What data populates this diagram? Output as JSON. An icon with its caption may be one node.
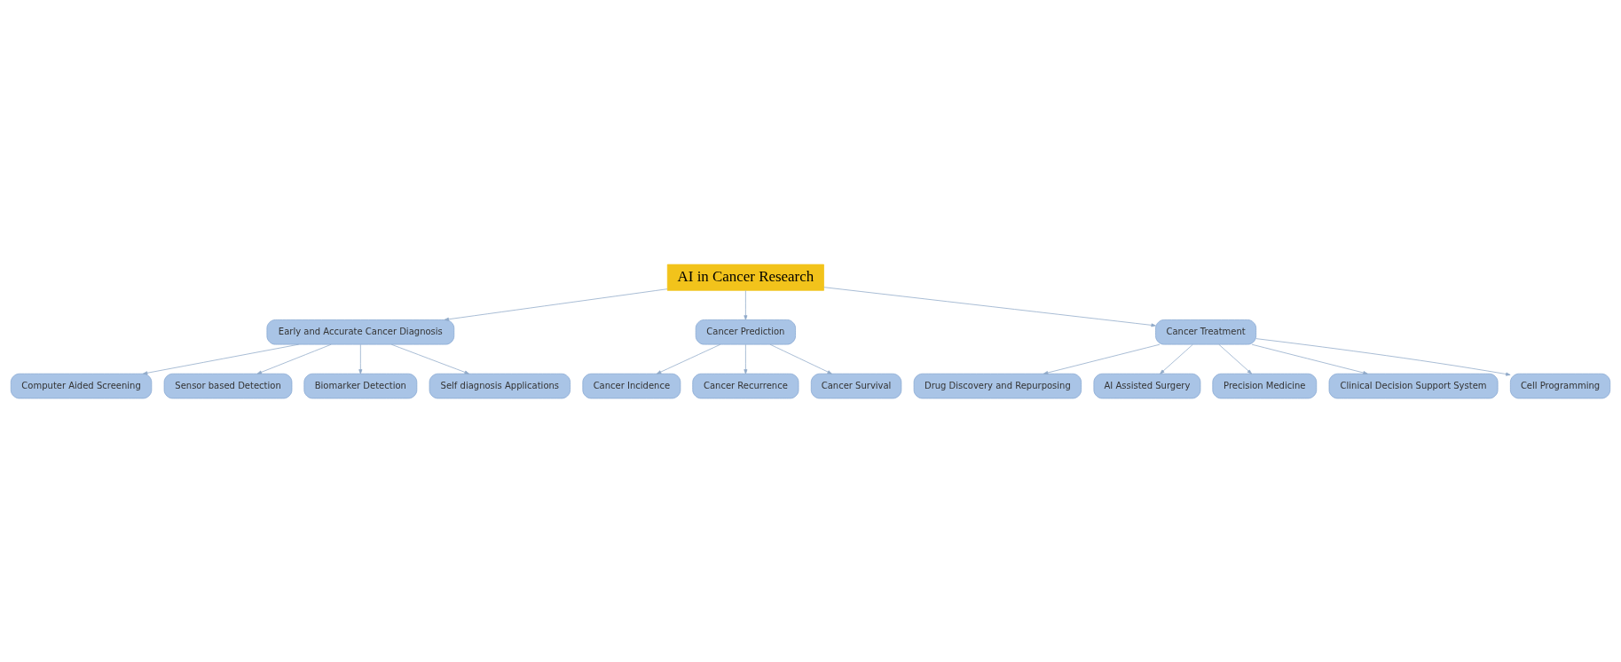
{
  "diagram": {
    "nodes": [
      {
        "text": [
          "AI in Cancer Research"
        ]
      },
      {
        "text": [
          "Early and Accurate Cancer Diagnosis"
        ]
      },
      {
        "text": [
          "Cancer Prediction"
        ]
      },
      {
        "text": [
          "Cancer Treatment"
        ]
      },
      {
        "text": [
          "Computer Aided Screening"
        ]
      },
      {
        "text": [
          "Sensor based Detection"
        ]
      },
      {
        "text": [
          "Biomarker Detection"
        ]
      },
      {
        "text": [
          "Self diagnosis Applications"
        ]
      },
      {
        "text": [
          "Cancer Incidence"
        ]
      },
      {
        "text": [
          "Cancer Recurrence"
        ]
      },
      {
        "text": [
          "Cancer Survival"
        ]
      },
      {
        "text": [
          "Drug Discovery and Repurposing"
        ]
      },
      {
        "text": [
          "AI Assisted Surgery"
        ]
      },
      {
        "text": [
          "Precision Medicine"
        ]
      },
      {
        "text": [
          "Clinical Decision Support System"
        ]
      },
      {
        "text": [
          "Cell Programming"
        ]
      }
    ],
    "edges": [
      {
        "from": 0,
        "to": 1,
        "arrow": "to"
      },
      {
        "from": 0,
        "to": 2,
        "arrow": "to"
      },
      {
        "from": 0,
        "to": 3,
        "arrow": "to"
      },
      {
        "from": 1,
        "to": 4,
        "arrow": "to"
      },
      {
        "from": 1,
        "to": 5,
        "arrow": "to"
      },
      {
        "from": 1,
        "to": 6,
        "arrow": "to"
      },
      {
        "from": 1,
        "to": 7,
        "arrow": "to"
      },
      {
        "from": 2,
        "to": 8,
        "arrow": "to"
      },
      {
        "from": 2,
        "to": 9,
        "arrow": "to"
      },
      {
        "from": 2,
        "to": 10,
        "arrow": "to"
      },
      {
        "from": 3,
        "to": 11,
        "arrow": "to"
      },
      {
        "from": 3,
        "to": 12,
        "arrow": "to"
      },
      {
        "from": 3,
        "to": 13,
        "arrow": "to"
      },
      {
        "from": 3,
        "to": 14,
        "arrow": "to"
      },
      {
        "from": 3,
        "to": 15,
        "arrow": "to"
      }
    ]
  }
}
